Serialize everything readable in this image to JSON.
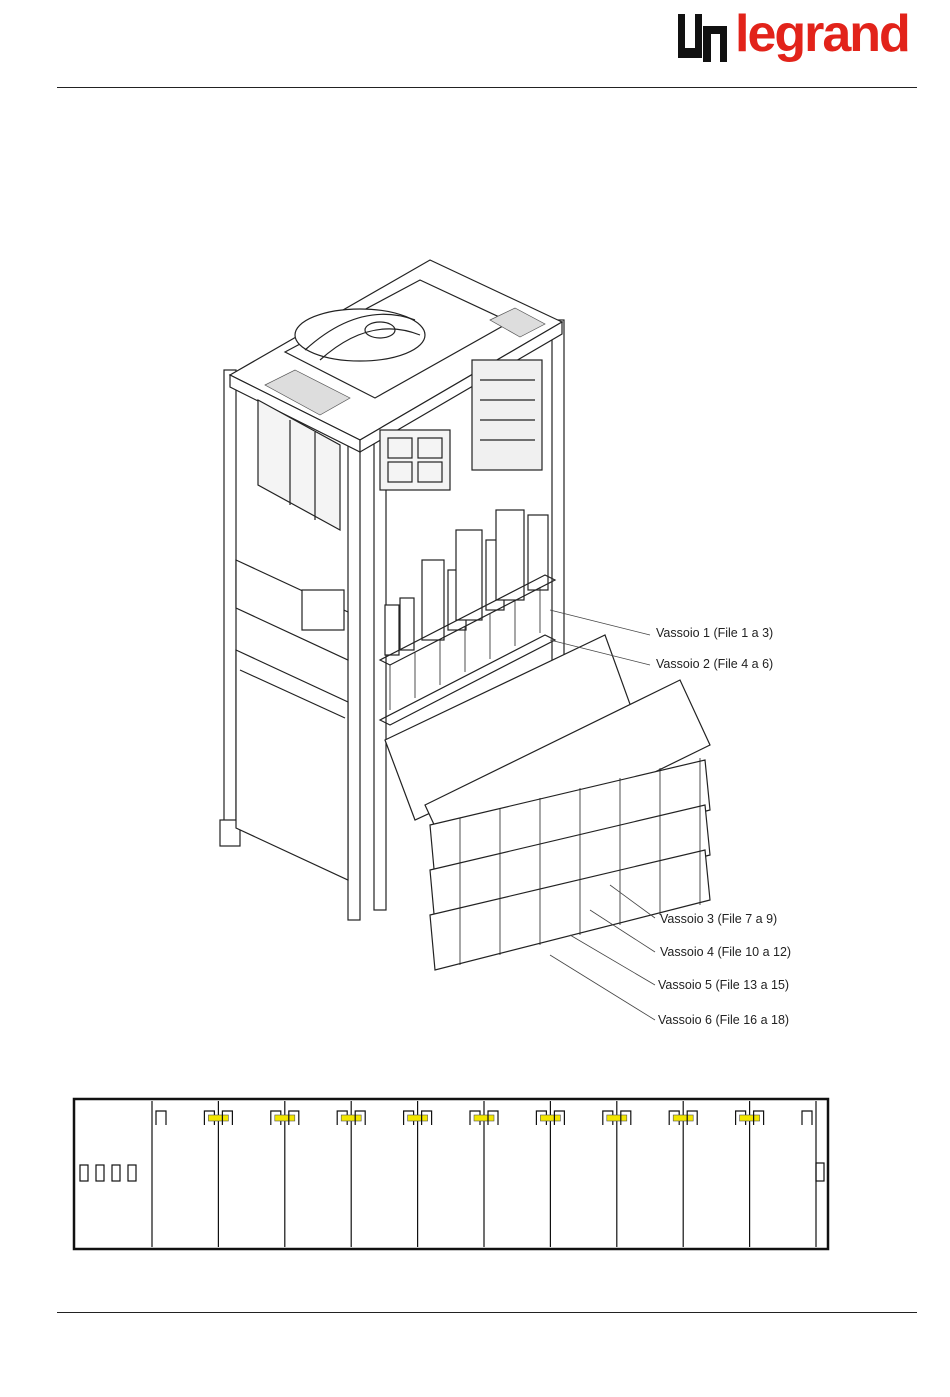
{
  "brand": {
    "name": "legrand",
    "color": "#e2231a",
    "mark_color": "#111111"
  },
  "callouts": [
    {
      "label": "Vassoio 1 (File 1 a 3)"
    },
    {
      "label": "Vassoio 2 (File 4 a 6)"
    },
    {
      "label": "Vassoio 3 (File 7 a 9)"
    },
    {
      "label": "Vassoio 4 (File 10 a 12)"
    },
    {
      "label": "Vassoio 5 (File 13 a 15)"
    },
    {
      "label": "Vassoio 6 (File 16 a 18)"
    }
  ],
  "strip": {
    "cell_count": 10,
    "link_color": "#f2e600"
  }
}
